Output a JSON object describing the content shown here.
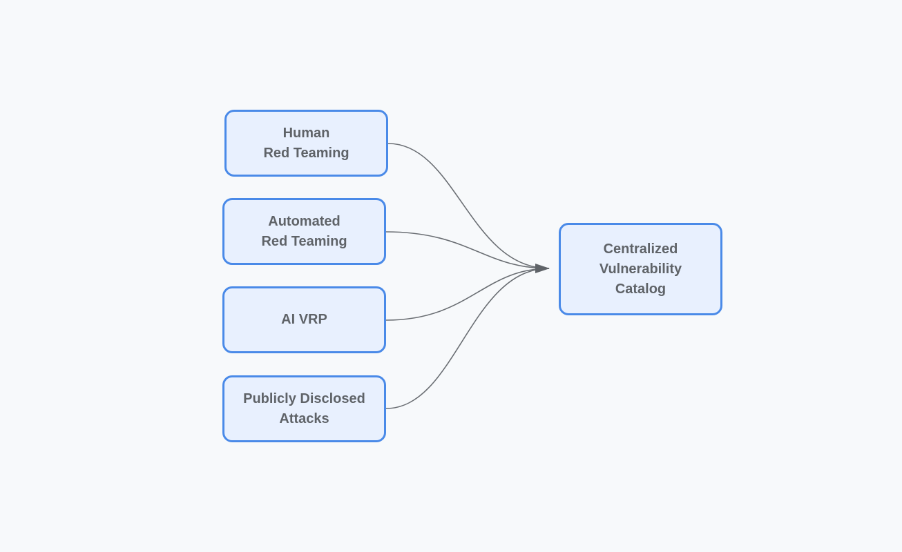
{
  "diagram": {
    "sources": [
      {
        "id": "human",
        "label": "Human\nRed Teaming"
      },
      {
        "id": "automated",
        "label": "Automated\nRed Teaming"
      },
      {
        "id": "aivrp",
        "label": "AI VRP"
      },
      {
        "id": "public",
        "label": "Publicly Disclosed\nAttacks"
      }
    ],
    "target": {
      "id": "catalog",
      "label": "Centralized\nVulnerability\nCatalog"
    }
  },
  "colors": {
    "background": "#f7f9fb",
    "node_fill": "#e8f0fe",
    "node_border": "#4a8ae8",
    "text": "#5f6368",
    "edge": "#5f6368"
  }
}
